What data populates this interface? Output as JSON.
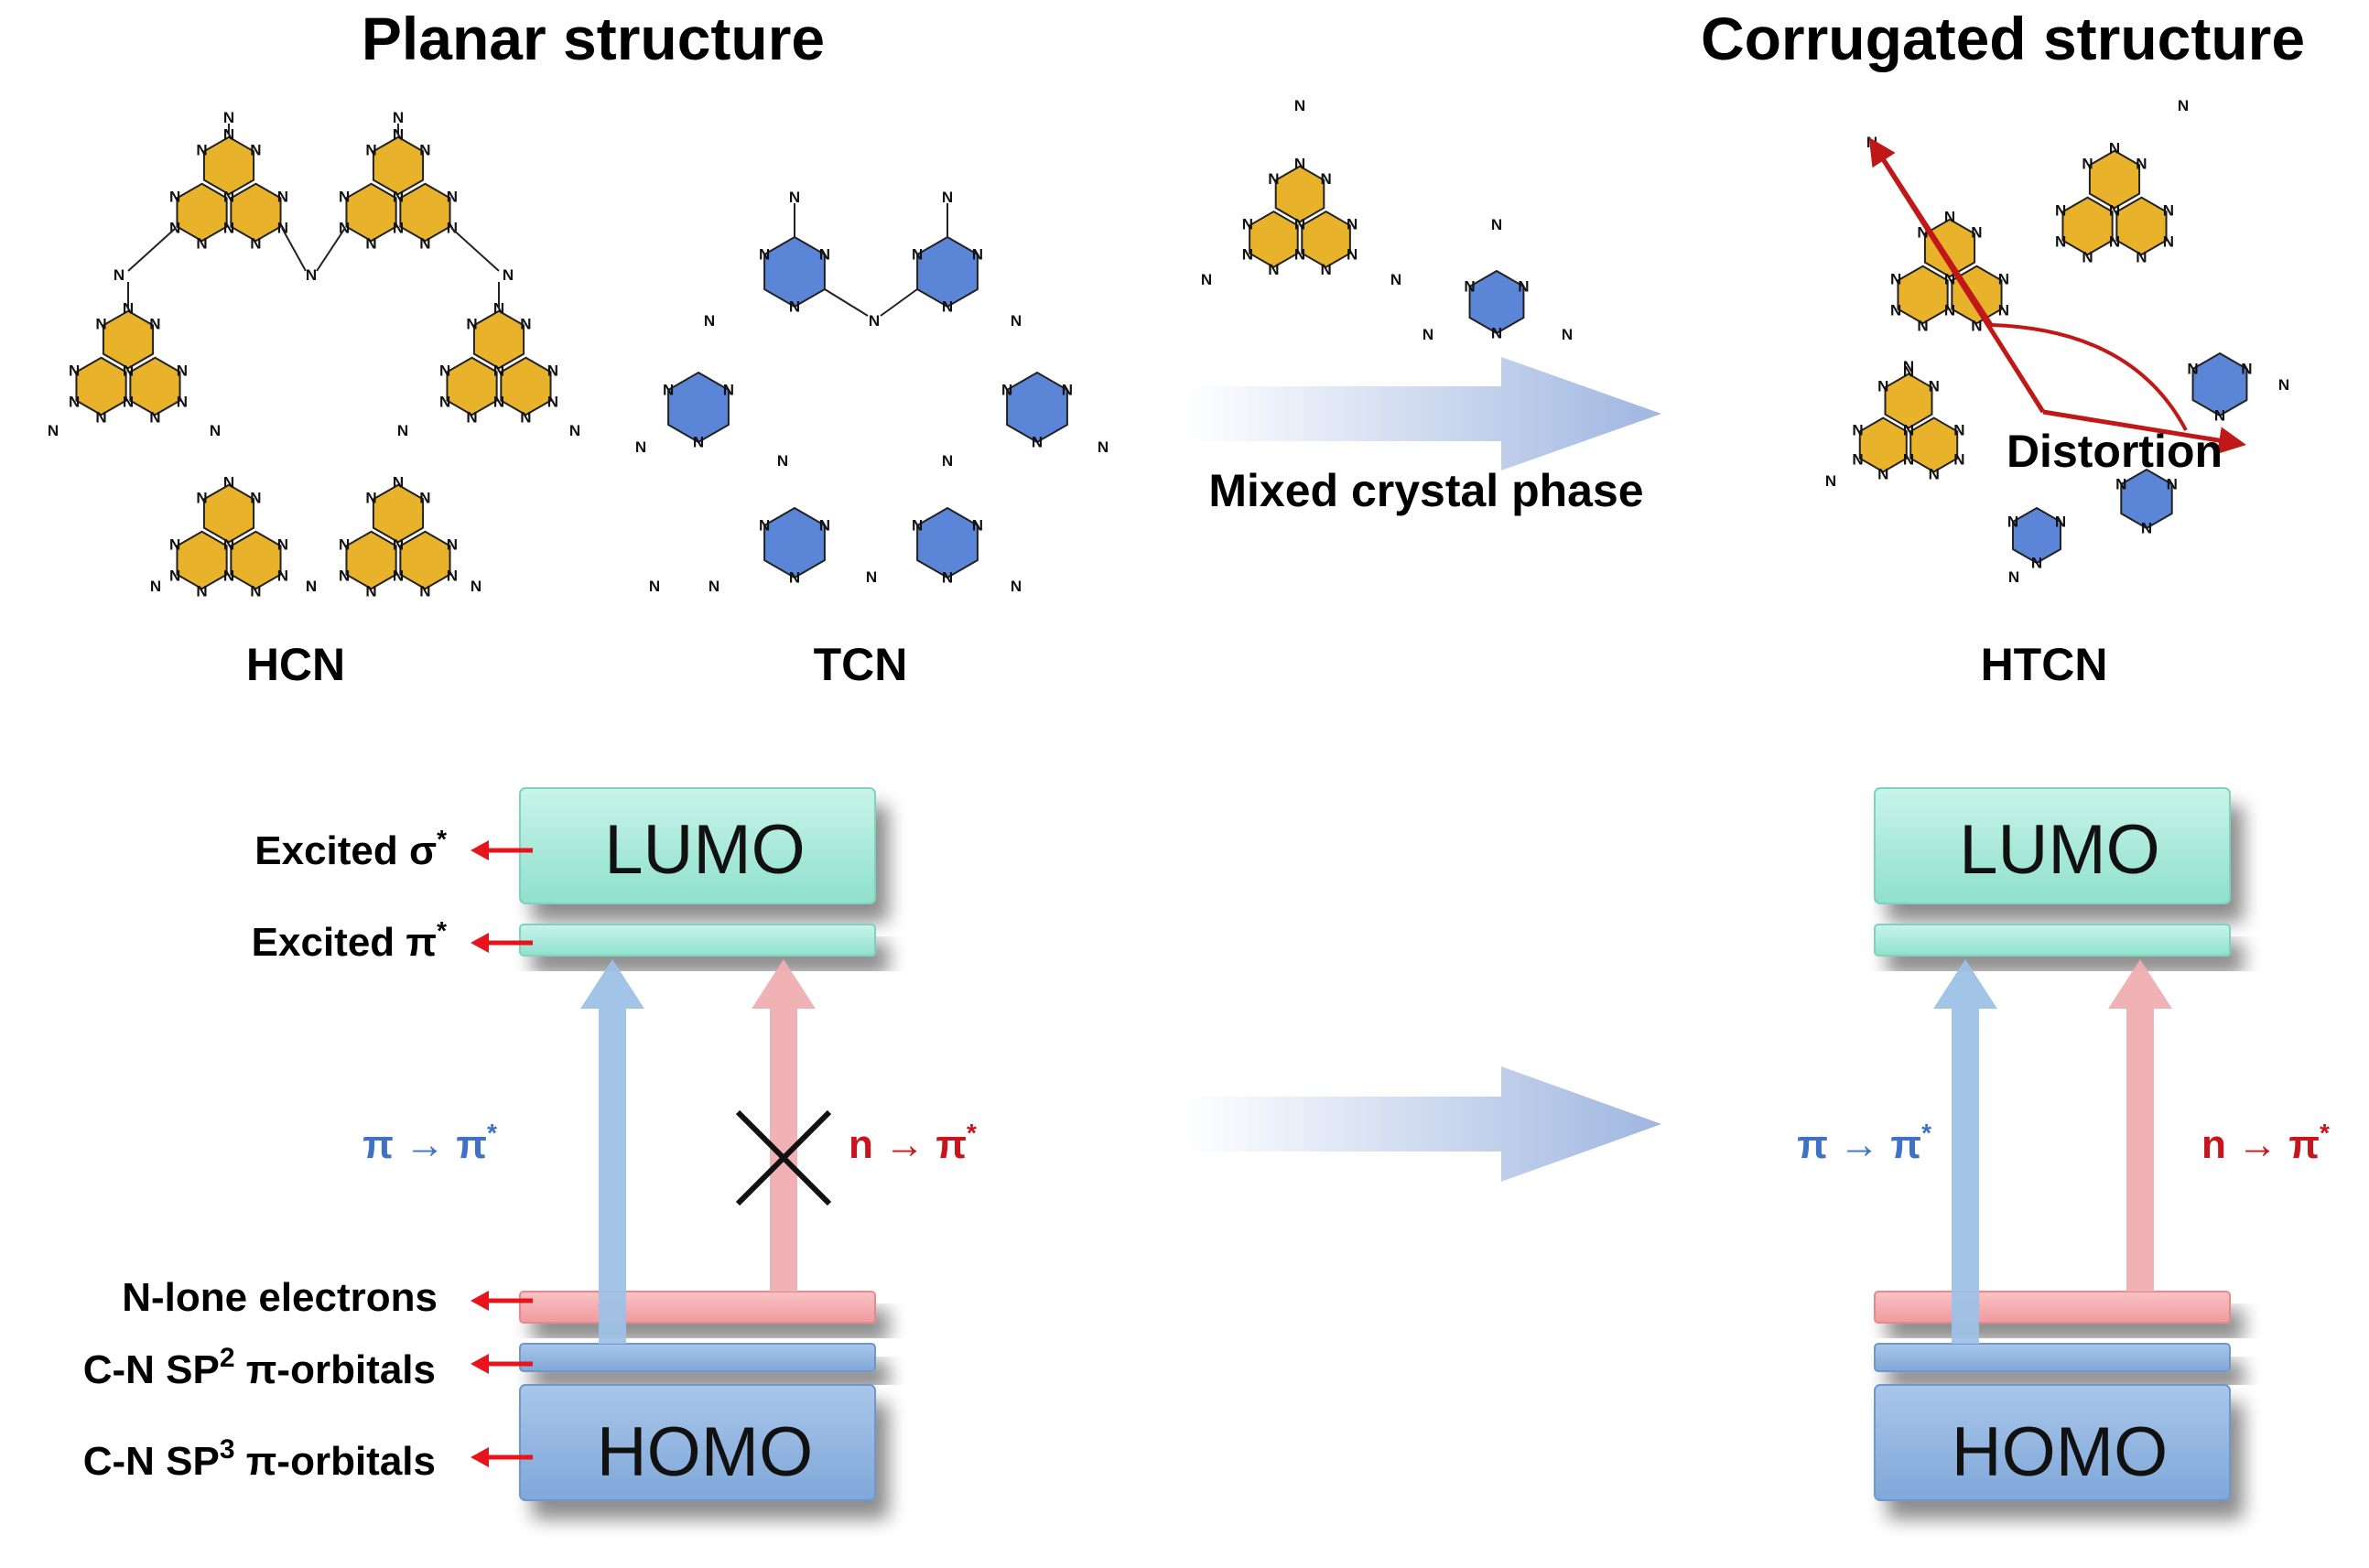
{
  "titles": {
    "planar": "Planar structure",
    "corrugated": "Corrugated structure"
  },
  "molecules": {
    "hcn": "HCN",
    "tcn": "TCN",
    "htcn": "HTCN",
    "atom_n": "N"
  },
  "mixed_phase": "Mixed crystal phase",
  "distortion": "Distortion",
  "levels": {
    "excited_sigma": "Excited σ",
    "excited_pi": "Excited π",
    "star": "*",
    "n_lone": "N-lone electrons",
    "sp2_a": "C-N SP",
    "sp2_sup": "2",
    "sp2_b": " π-orbitals",
    "sp3_a": "C-N SP",
    "sp3_sup": "3",
    "sp3_b": " π-orbitals"
  },
  "orbitals": {
    "lumo": "LUMO",
    "homo": "HOMO"
  },
  "transitions": {
    "pi_pi": "π → π",
    "n_pi": "n → π",
    "star": "*"
  },
  "colors": {
    "heptazine": "#E8B22A",
    "triazine": "#5B86D8",
    "lumo": "#A6EADA",
    "homo": "#8DB3E0",
    "nlone": "#F4A3A6",
    "arrow_blue": "#9DC1E6",
    "arrow_pink": "#F0AEB2",
    "pointer_red": "#E8141C",
    "pi_blue": "#3F72C4",
    "n_red": "#C8141C",
    "distortion_red": "#C01818",
    "block_arrow": "#A9BEE2"
  }
}
